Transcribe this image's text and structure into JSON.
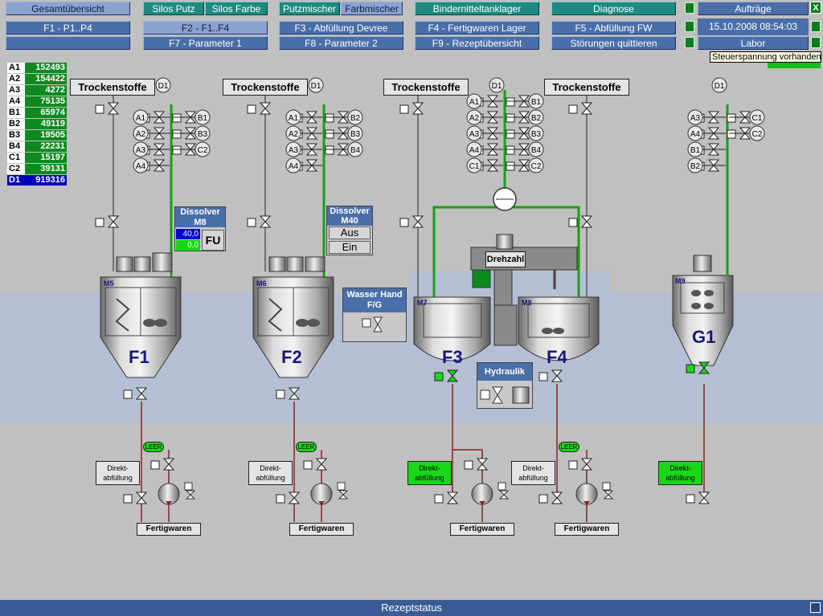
{
  "nav": {
    "row1": [
      "Gesamtübersicht",
      "Silos Putz",
      "Silos Farbe",
      "Putzmischer",
      "Farbmischer",
      "Bindernitteltanklager",
      "Diagnose"
    ],
    "row2": [
      "F1 - P1..P4",
      "F2 - F1..F4",
      "F3 - Abfüllung Devree",
      "F4 - Fertigwaren Lager",
      "F5 - Abfüllung FW"
    ],
    "row3": [
      "",
      "F7 - Parameter 1",
      "F8 - Parameter 2",
      "F9 - Rezeptübersicht",
      "Störungen quittieren"
    ]
  },
  "right_panel": {
    "auftraege": "Aufträge",
    "datetime": "15.10.2008 08:54:03",
    "labor": "Labor",
    "close": "X",
    "tooltip": "Steuerspannung vorhanden"
  },
  "counters": [
    {
      "k": "A1",
      "v": "152493"
    },
    {
      "k": "A2",
      "v": "154422"
    },
    {
      "k": "A3",
      "v": "4272"
    },
    {
      "k": "A4",
      "v": "75135"
    },
    {
      "k": "B1",
      "v": "65974"
    },
    {
      "k": "B2",
      "v": "49119"
    },
    {
      "k": "B3",
      "v": "19505"
    },
    {
      "k": "B4",
      "v": "22231"
    },
    {
      "k": "C1",
      "v": "15197"
    },
    {
      "k": "C2",
      "v": "39131"
    },
    {
      "k": "D1",
      "v": "919316"
    }
  ],
  "labels": {
    "trockenstoffe": "Trockenstoffe",
    "dissolver_m8_title": "Dissolver",
    "dissolver_m8_sub": "M8",
    "dissolver_m8_val1": "40,0",
    "dissolver_m8_val2": "0,0",
    "fu": "FU",
    "dissolver_m40_title": "Dissolver",
    "dissolver_m40_sub": "M40",
    "aus": "Aus",
    "ein": "Ein",
    "wasser_title": "Wasser Hand",
    "wasser_sub": "F/G",
    "drehzahl": "Drehzahl",
    "hydraulik": "Hydraulik",
    "leer": "LEER",
    "direkt1": "Direkt-",
    "direkt2": "abfüllung",
    "fertigwaren": "Fertigwaren",
    "d1": "D1"
  },
  "tanks": [
    {
      "name": "F1",
      "motor": "M5"
    },
    {
      "name": "F2",
      "motor": "M6"
    },
    {
      "name": "F3",
      "motor": "M7"
    },
    {
      "name": "F4",
      "motor": "M8"
    },
    {
      "name": "G1",
      "motor": "M9"
    }
  ],
  "valve_groups": {
    "f1": {
      "left": [
        "A1",
        "A2",
        "A3",
        "A4"
      ],
      "right": [
        "B1",
        "B3",
        "C2"
      ]
    },
    "f2": {
      "left": [
        "A1",
        "A2",
        "A3",
        "A4"
      ],
      "right": [
        "B2",
        "B3",
        "B4"
      ]
    },
    "f34": {
      "left": [
        "A1",
        "A2",
        "A3",
        "A4",
        "C1"
      ],
      "right": [
        "B1",
        "B2",
        "B3",
        "B4",
        "C2"
      ]
    },
    "g1": {
      "left": [
        "A3",
        "A4",
        "B1",
        "B2"
      ],
      "right": [
        "C1",
        "C2"
      ]
    }
  },
  "status_bar": "Rezeptstatus",
  "colors": {
    "nav_blue": "#4a6ea8",
    "teal": "#1f8a82",
    "green": "#0d8a1e",
    "pipe_green": "#15a015",
    "pipe_red": "#8a2020"
  }
}
